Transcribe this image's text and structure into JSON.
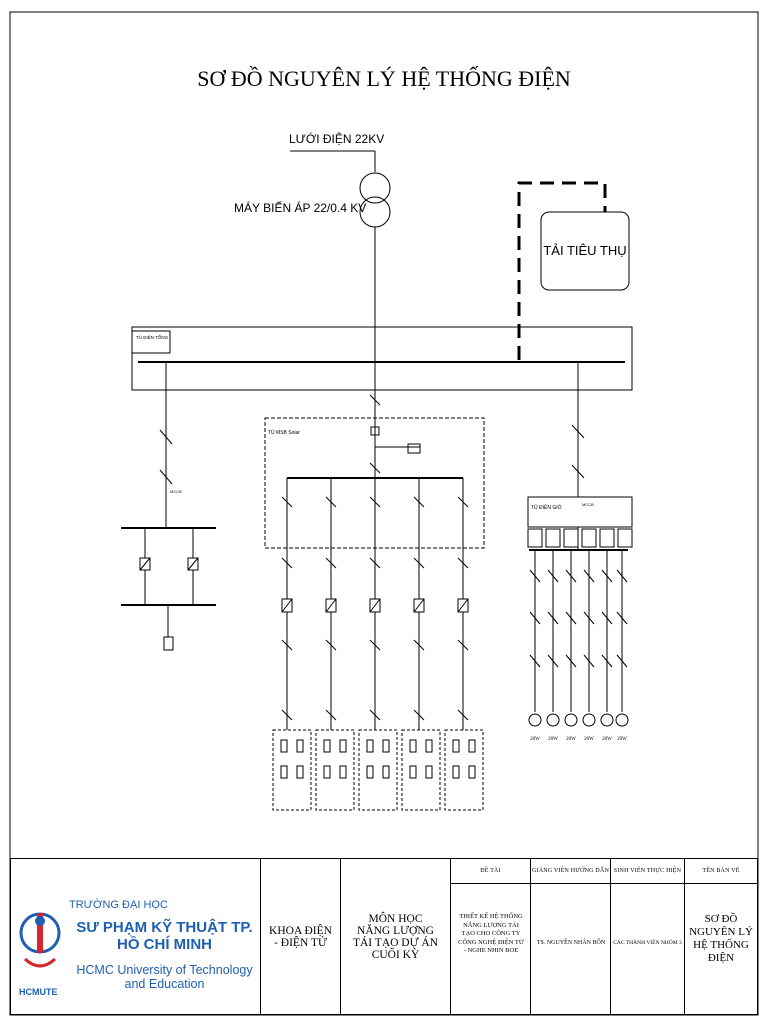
{
  "diagram": {
    "title": "SƠ ĐỒ NGUYÊN LÝ HỆ THỐNG ĐIỆN",
    "grid_label": "LƯỚI ĐIỆN 22KV",
    "transformer_label": "MÁY BIẾN ÁP 22/0.4 KV",
    "load_label": "TẢI TIÊU THỤ",
    "main_panel_label": "TỦ ĐIỆN TỔNG",
    "solar_panel_label": "TỦ MSB Solar",
    "wind_panel_label": "TỦ ĐIỆN GIÓ",
    "left_breaker_label": "MCCB",
    "wind_breaker_label": "MCCB",
    "wind_turbine_labels": [
      "20W",
      "20W",
      "20W",
      "20W",
      "20W",
      "20W"
    ]
  },
  "title_block": {
    "university_top": "TRƯỜNG ĐẠI HỌC",
    "university_name": "SƯ PHẠM KỸ THUẬT TP. HỒ CHÍ MINH",
    "university_en": "HCMC University of Technology and Education",
    "logo_text": "HCMUTE",
    "faculty": "KHOA ĐIỆN - ĐIỆN TỬ",
    "course": "MÔN HỌC NĂNG LƯỢNG TÁI TẠO DỰ ÁN CUỐI KỲ",
    "headers": {
      "topic": "ĐỀ TÀI",
      "advisor": "GIẢNG VIÊN HƯỚNG DẪN",
      "students": "SINH VIÊN THỰC HIỆN",
      "drawing": "TÊN BẢN VẼ"
    },
    "values": {
      "topic": "THIẾT KẾ HỆ THỐNG NĂNG LƯỢNG TÁI TẠO CHO CÔNG TY CÔNG NGHỆ ĐIỆN TỬ - NGHE NHIN BOE",
      "advisor": "TS. NGUYỄN NHÂN BỔN",
      "students": "CÁC THÀNH VIÊN NHÓM 3",
      "drawing": "SƠ ĐỒ NGUYÊN LÝ HỆ THỐNG ĐIỆN"
    }
  }
}
